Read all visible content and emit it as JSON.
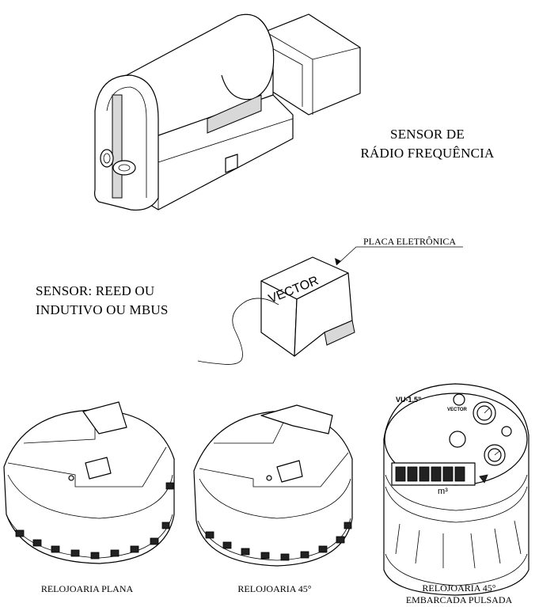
{
  "labels": {
    "radio_sensor": [
      "SENSOR DE",
      "RÁDIO FREQUÊNCIA"
    ],
    "electronic_board": "PLACA ELETRÔNICA",
    "board_brand": "VECTOR",
    "sensor_types": [
      "SENSOR: REED OU",
      "INDUTIVO OU MBUS"
    ],
    "flat_register": "RELOJOARIA PLANA",
    "register_45": "RELOJOARIA 45°",
    "embedded_pulsed": [
      "RELOJOARIA 45°",
      "EMBARCADA PULSADA"
    ]
  },
  "meter_face": {
    "model": "VU-1.5\"",
    "brand": "VECTOR",
    "unit": "m³"
  }
}
